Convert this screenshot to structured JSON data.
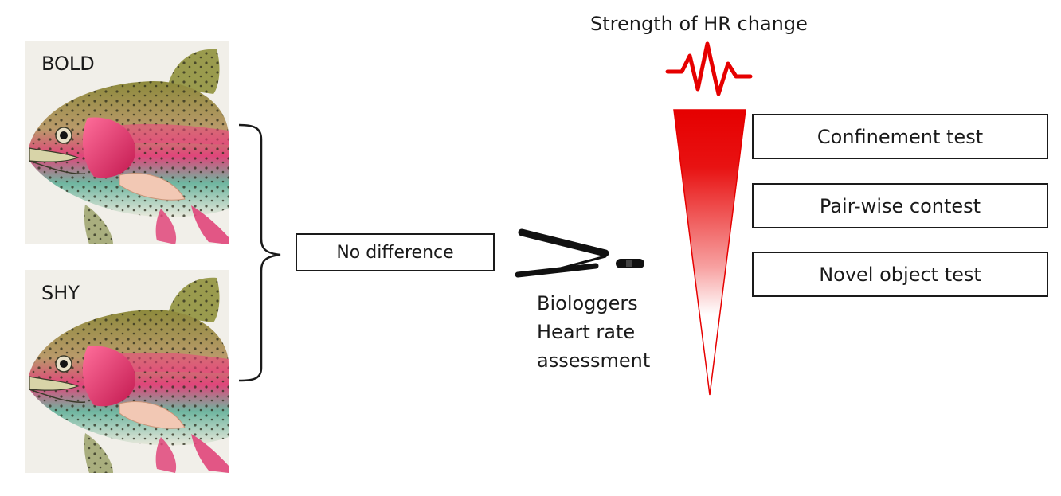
{
  "labels": {
    "bold": "BOLD",
    "shy": "SHY",
    "no_difference": "No difference",
    "heading": "Strength of HR change",
    "biologgers_lines": [
      "Biologgers",
      "Heart rate",
      "assessment"
    ]
  },
  "tests": [
    "Confinement test",
    "Pair-wise contest",
    "Novel object test"
  ],
  "colors": {
    "accent_red": "#e60000",
    "line": "#1a1a1a"
  },
  "icons": {
    "fish": "rainbow-trout-icon",
    "heartbeat": "heartbeat-line-icon",
    "tool": "biologger-forceps-icon"
  }
}
